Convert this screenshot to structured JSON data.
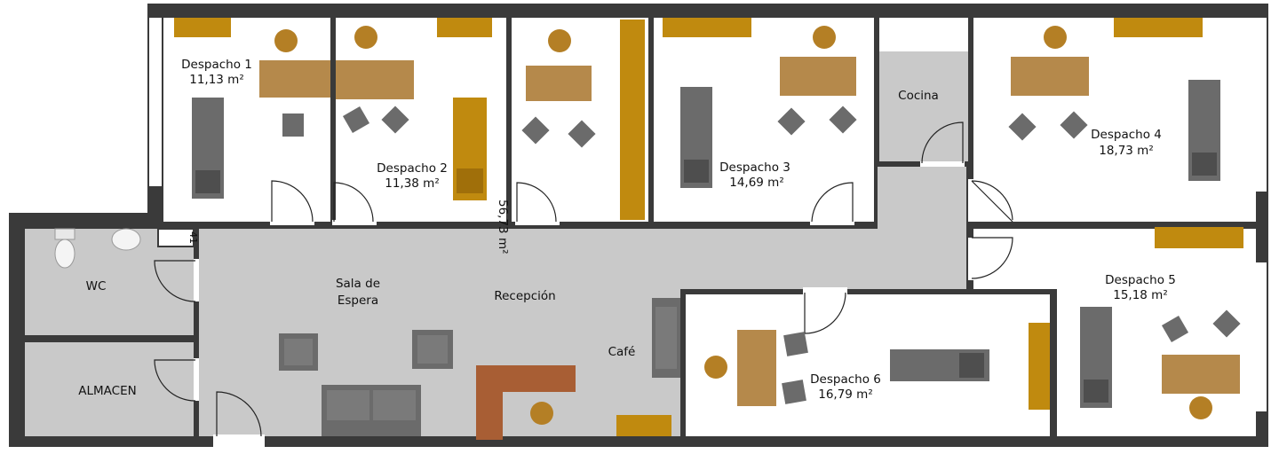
{
  "colors": {
    "wall": "#3a3a3a",
    "office_floor": "#ffffff",
    "common_floor": "#c9c9c9",
    "wood_desk": "#b5894b",
    "shelf": "#c08a0f",
    "reception_counter": "#a85e34",
    "furniture_gray": "#6b6b6b",
    "furniture_dark": "#4e4e4e",
    "chair_wood": "#b47f25"
  },
  "rooms": {
    "despacho1": {
      "name": "Despacho 1",
      "area": "11,13 m²"
    },
    "despacho2": {
      "name": "Despacho 2",
      "area": "11,38 m²"
    },
    "despacho3": {
      "name": "Despacho 3",
      "area": "14,69 m²"
    },
    "despacho4": {
      "name": "Despacho 4",
      "area": "18,73 m²"
    },
    "despacho5": {
      "name": "Despacho 5",
      "area": "15,18 m²"
    },
    "despacho6": {
      "name": "Despacho 6",
      "area": "16,79 m²"
    },
    "cocina": {
      "name": "Cocina"
    },
    "wc": {
      "name": "WC"
    },
    "almacen": {
      "name": "ALMACEN"
    },
    "sala_espera": {
      "line1": "Sala de",
      "line2": "Espera"
    },
    "recepcion": {
      "name": "Recepción"
    },
    "cafe": {
      "name": "Café"
    },
    "small_closet": {
      "label": "41"
    },
    "common_area": {
      "area": "56,73 m²"
    }
  }
}
